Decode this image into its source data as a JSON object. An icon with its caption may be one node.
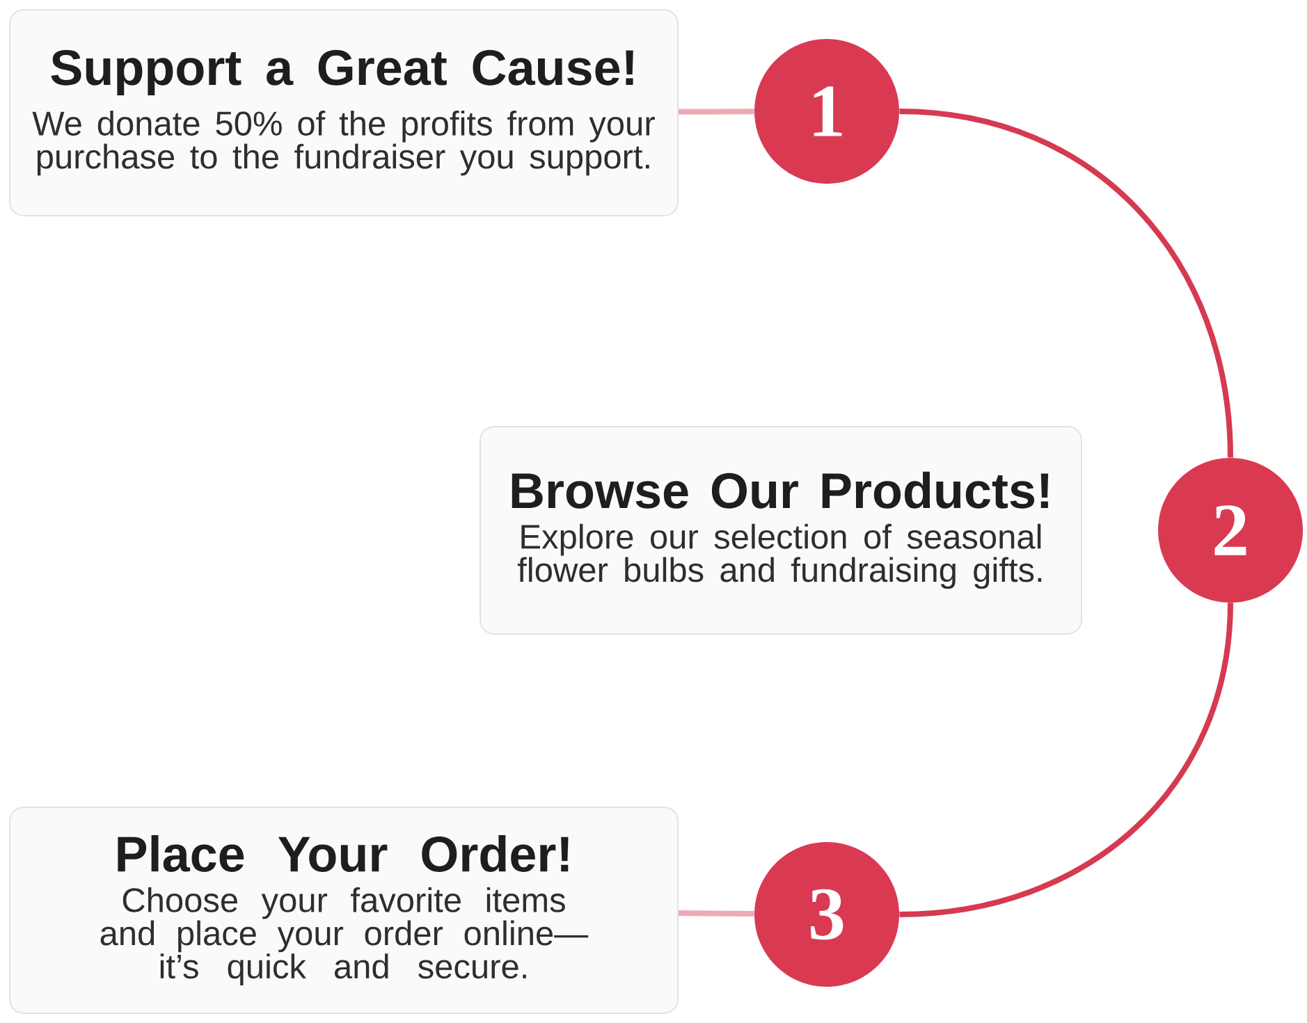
{
  "diagram": {
    "nodes": [
      {
        "text": [
          "Support a Great Cause!",
          "We donate 50% of the profits from your purchase to the fundraiser you support."
        ]
      },
      {
        "text": [
          "1"
        ]
      },
      {
        "text": [
          "Browse Our Products!",
          "Explore our selection of seasonal flower bulbs and fundraising gifts."
        ]
      },
      {
        "text": [
          "2"
        ]
      },
      {
        "text": [
          "Place Your Order!",
          "Choose your favorite items and place your order online—it’s quick and secure."
        ]
      },
      {
        "text": [
          "3"
        ]
      }
    ],
    "edges": [
      {
        "from": 0,
        "to": 1,
        "arrow": "none",
        "color": "#eeaab4"
      },
      {
        "from": 1,
        "to": 3,
        "arrow": "none",
        "color": "#d63a50"
      },
      {
        "from": 3,
        "to": 5,
        "arrow": "none",
        "color": "#d63a50"
      },
      {
        "from": 4,
        "to": 5,
        "arrow": "none",
        "color": "#eeaab4"
      }
    ]
  }
}
